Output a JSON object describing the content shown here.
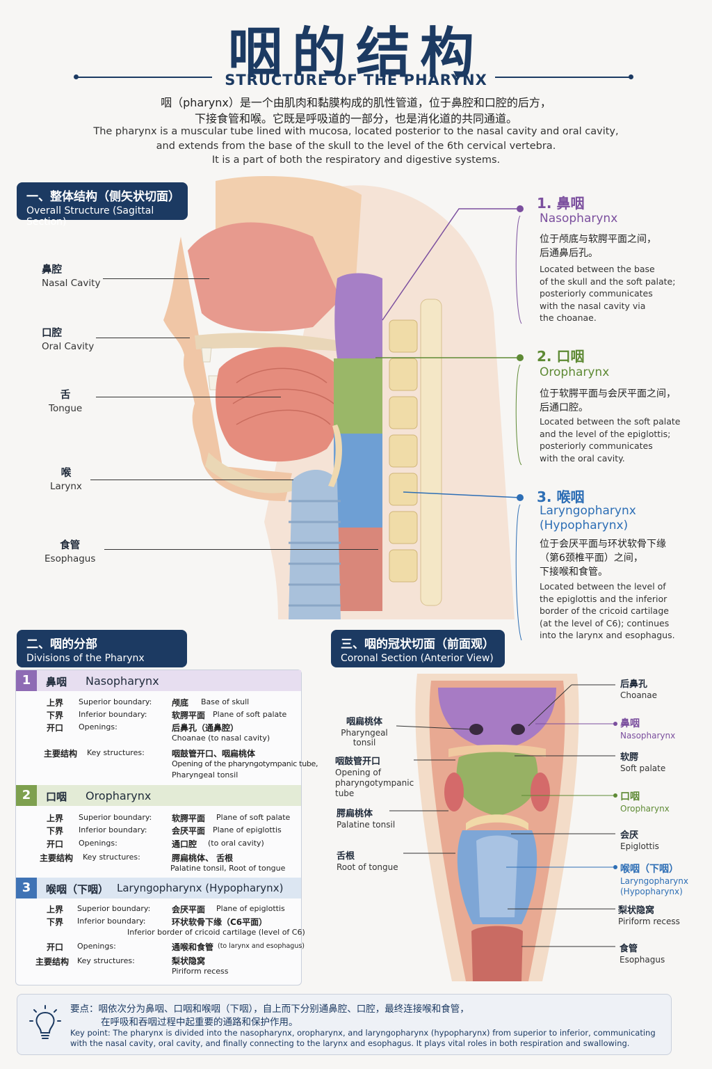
{
  "title": {
    "zh": "咽的结构",
    "en": "STRUCTURE OF THE PHARYNX"
  },
  "intro": {
    "zh_lines": [
      "咽（pharynx）是一个由肌肉和黏膜构成的肌性管道，位于鼻腔和口腔的后方，",
      "下接食管和喉。它既是呼吸道的一部分，也是消化道的共同通道。"
    ],
    "en_lines": [
      "The pharynx is a muscular tube lined with mucosa, located posterior to the nasal cavity and oral cavity,",
      "and extends from the base of the skull to the level of the 6th cervical vertebra.",
      "It is a part of both the respiratory and digestive systems."
    ]
  },
  "section1": {
    "zh": "一、整体结构（侧矢状切面）",
    "en": "Overall Structure (Sagittal Section)"
  },
  "sagittal_labels": [
    {
      "zh": "鼻腔",
      "en": "Nasal Cavity"
    },
    {
      "zh": "口腔",
      "en": "Oral Cavity"
    },
    {
      "zh": "舌",
      "en": "Tongue"
    },
    {
      "zh": "喉",
      "en": "Larynx"
    },
    {
      "zh": "食管",
      "en": "Esophagus"
    }
  ],
  "regions": [
    {
      "title": "1. 鼻咽",
      "sub": "Nasopharynx",
      "color": "#7b4f9e",
      "zh": [
        "位于颅底与软腭平面之间，",
        "后通鼻后孔。"
      ],
      "en": [
        "Located between the base",
        "of the skull and the soft palate;",
        "posteriorly communicates",
        "with the nasal cavity via",
        "the choanae."
      ]
    },
    {
      "title": "2. 口咽",
      "sub": "Oropharynx",
      "color": "#5e8a34",
      "zh": [
        "位于软腭平面与会厌平面之间，",
        "后通口腔。"
      ],
      "en": [
        "Located between the soft palate",
        "and the level of the epiglottis;",
        "posteriorly communicates",
        "with the oral cavity."
      ]
    },
    {
      "title": "3. 喉咽",
      "sub": "Laryngopharynx",
      "sub2": "(Hypopharynx)",
      "color": "#2d6eb5",
      "zh": [
        "位于会厌平面与环状软骨下缘",
        "（第6颈椎平面）之间，",
        "下接喉和食管。"
      ],
      "en": [
        "Located between the level of",
        "the epiglottis and the inferior",
        "border of the cricoid cartilage",
        "(at the level of C6); continues",
        "into the larynx and esophagus."
      ]
    }
  ],
  "section2": {
    "zh": "二、咽的分部",
    "en": "Divisions of the Pharynx"
  },
  "divisions": {
    "d1": {
      "num": "1",
      "zh": "鼻咽",
      "en": "Nasopharynx",
      "sup_zh": "上界",
      "sup_en": "Superior boundary:",
      "sup_v_zh": "颅底",
      "sup_v_en": "Base of skull",
      "inf_zh": "下界",
      "inf_en": "Inferior boundary:",
      "inf_v_zh": "软腭平面",
      "inf_v_en": "Plane of soft palate",
      "op_zh": "开口",
      "op_en": "Openings:",
      "op_v_zh": "后鼻孔（通鼻腔）",
      "op_v_en": "Choanae (to nasal cavity)",
      "key_zh": "主要结构",
      "key_en": "Key structures:",
      "key_v_zh": "咽鼓管开口、咽扁桃体",
      "key_v_en1": "Opening of the pharyngotympanic tube,",
      "key_v_en2": "Pharyngeal tonsil"
    },
    "d2": {
      "num": "2",
      "zh": "口咽",
      "en": "Oropharynx",
      "sup_zh": "上界",
      "sup_en": "Superior boundary:",
      "sup_v_zh": "软腭平面",
      "sup_v_en": "Plane of soft palate",
      "inf_zh": "下界",
      "inf_en": "Inferior boundary:",
      "inf_v_zh": "会厌平面",
      "inf_v_en": "Plane of epiglottis",
      "op_zh": "开口",
      "op_en": "Openings:",
      "op_v_zh": "通口腔",
      "op_v_en": "(to oral cavity)",
      "key_zh": "主要结构",
      "key_en": "Key structures:",
      "key_v_zh": "腭扁桃体、 舌根",
      "key_v_en1": "Palatine tonsil, Root of tongue"
    },
    "d3": {
      "num": "3",
      "zh": "喉咽（下咽）",
      "en": "Laryngopharynx (Hypopharynx)",
      "sup_zh": "上界",
      "sup_en": "Superior boundary:",
      "sup_v_zh": "会厌平面",
      "sup_v_en": "Plane of epiglottis",
      "inf_zh": "下界",
      "inf_en": "Inferior boundary:",
      "inf_v_zh": "环状软骨下缘（C6平面）",
      "inf_v_en": "Inferior border of cricoid cartilage (level of C6)",
      "op_zh": "开口",
      "op_en": "Openings:",
      "op_v_zh": "通喉和食管",
      "op_v_en": "(to larynx and esophagus)",
      "key_zh": "主要结构",
      "key_en": "Key structures:",
      "key_v_zh": "梨状隐窝",
      "key_v_en1": "Piriform recess"
    }
  },
  "section3": {
    "zh": "三、咽的冠状切面（前面观）",
    "en": "Coronal Section (Anterior View)"
  },
  "coronal_left": [
    {
      "zh": "咽扁桃体",
      "en": [
        "Pharyngeal tonsil"
      ]
    },
    {
      "zh": "咽鼓管开口",
      "en": [
        "Opening of",
        "pharyngotympanic",
        "tube"
      ]
    },
    {
      "zh": "腭扁桃体",
      "en": [
        "Palatine tonsil"
      ]
    },
    {
      "zh": "舌根",
      "en": [
        "Root of tongue"
      ]
    }
  ],
  "coronal_right": [
    {
      "zh": "后鼻孔",
      "en": [
        "Choanae"
      ],
      "color": "#222"
    },
    {
      "zh": "鼻咽",
      "en": [
        "Nasopharynx"
      ],
      "color": "#7b4f9e"
    },
    {
      "zh": "软腭",
      "en": [
        "Soft palate"
      ],
      "color": "#222"
    },
    {
      "zh": "口咽",
      "en": [
        "Oropharynx"
      ],
      "color": "#5e8a34"
    },
    {
      "zh": "会厌",
      "en": [
        "Epiglottis"
      ],
      "color": "#222"
    },
    {
      "zh": "喉咽（下咽）",
      "en": [
        "Laryngopharynx",
        "(Hypopharynx)"
      ],
      "color": "#2d6eb5"
    },
    {
      "zh": "梨状隐窝",
      "en": [
        "Piriform recess"
      ],
      "color": "#222"
    },
    {
      "zh": "食管",
      "en": [
        "Esophagus"
      ],
      "color": "#222"
    }
  ],
  "keypoint": {
    "zh1": "要点：咽依次分为鼻咽、口咽和喉咽（下咽），自上而下分别通鼻腔、口腔，最终连接喉和食管，",
    "zh2": "在呼吸和吞咽过程中起重要的通路和保护作用。",
    "en1": "Key point: The pharynx is divided into the nasopharynx, oropharynx, and laryngopharynx (hypopharynx) from superior to inferior, communicating",
    "en2": "with the nasal cavity, oral cavity, and finally connecting to the larynx and esophagus. It plays vital roles in both respiration and swallowing."
  },
  "colors": {
    "navy": "#1c3a62",
    "naso": "#7b4f9e",
    "oro": "#5e8a34",
    "laryngo": "#2d6eb5"
  },
  "icons": [
    "lightbulb-icon"
  ]
}
